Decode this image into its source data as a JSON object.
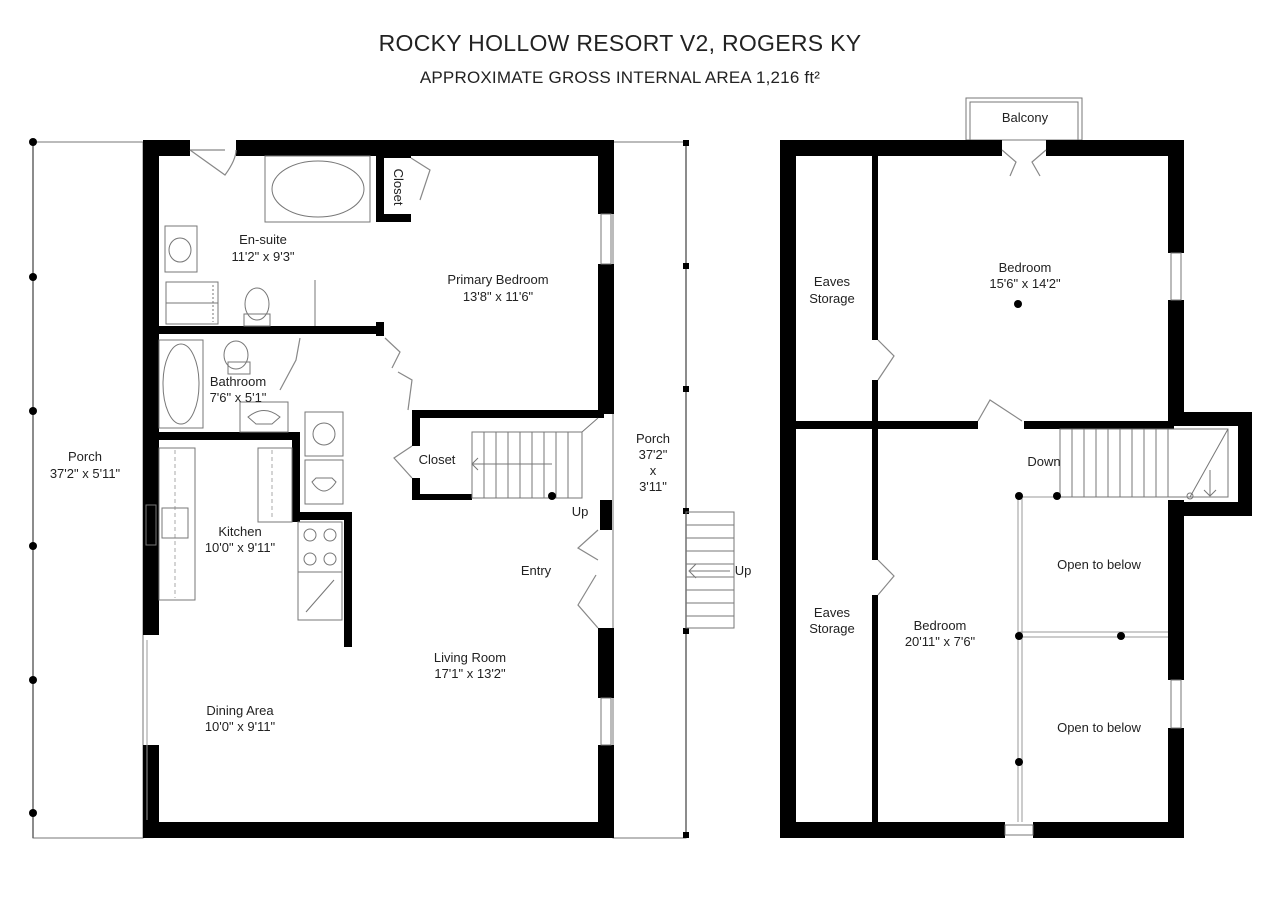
{
  "header": {
    "title": "ROCKY HOLLOW RESORT V2, ROGERS KY",
    "subtitle": "APPROXIMATE GROSS INTERNAL AREA 1,216 ft²"
  },
  "ground_floor": {
    "porch_left": {
      "name": "Porch",
      "size": "37'2\" x 5'11\""
    },
    "ensuite": {
      "name": "En-suite",
      "size": "11'2\" x 9'3\""
    },
    "closet_top": {
      "name": "Closet"
    },
    "primary_bedroom": {
      "name": "Primary Bedroom",
      "size": "13'8\" x 11'6\""
    },
    "bathroom": {
      "name": "Bathroom",
      "size": "7'6\" x 5'1\""
    },
    "closet_mid": {
      "name": "Closet"
    },
    "kitchen": {
      "name": "Kitchen",
      "size": "10'0\" x 9'11\""
    },
    "stairs_up": {
      "name": "Up"
    },
    "entry": {
      "name": "Entry"
    },
    "living_room": {
      "name": "Living Room",
      "size": "17'1\" x 13'2\""
    },
    "dining_area": {
      "name": "Dining Area",
      "size": "10'0\" x 9'11\""
    },
    "porch_right": {
      "name": "Porch",
      "size_line1": "37'2\"",
      "size_line2": "x",
      "size_line3": "3'11\""
    },
    "steps_up": {
      "name": "Up"
    }
  },
  "upper_floor": {
    "balcony": {
      "name": "Balcony"
    },
    "eaves_top": {
      "line1": "Eaves",
      "line2": "Storage"
    },
    "bedroom_top": {
      "name": "Bedroom",
      "size": "15'6\" x 14'2\""
    },
    "stairs_down": {
      "name": "Down"
    },
    "open_below_1": {
      "name": "Open to below"
    },
    "eaves_bottom": {
      "line1": "Eaves",
      "line2": "Storage"
    },
    "bedroom_bottom": {
      "name": "Bedroom",
      "size": "20'11\" x 7'6\""
    },
    "open_below_2": {
      "name": "Open to below"
    }
  }
}
